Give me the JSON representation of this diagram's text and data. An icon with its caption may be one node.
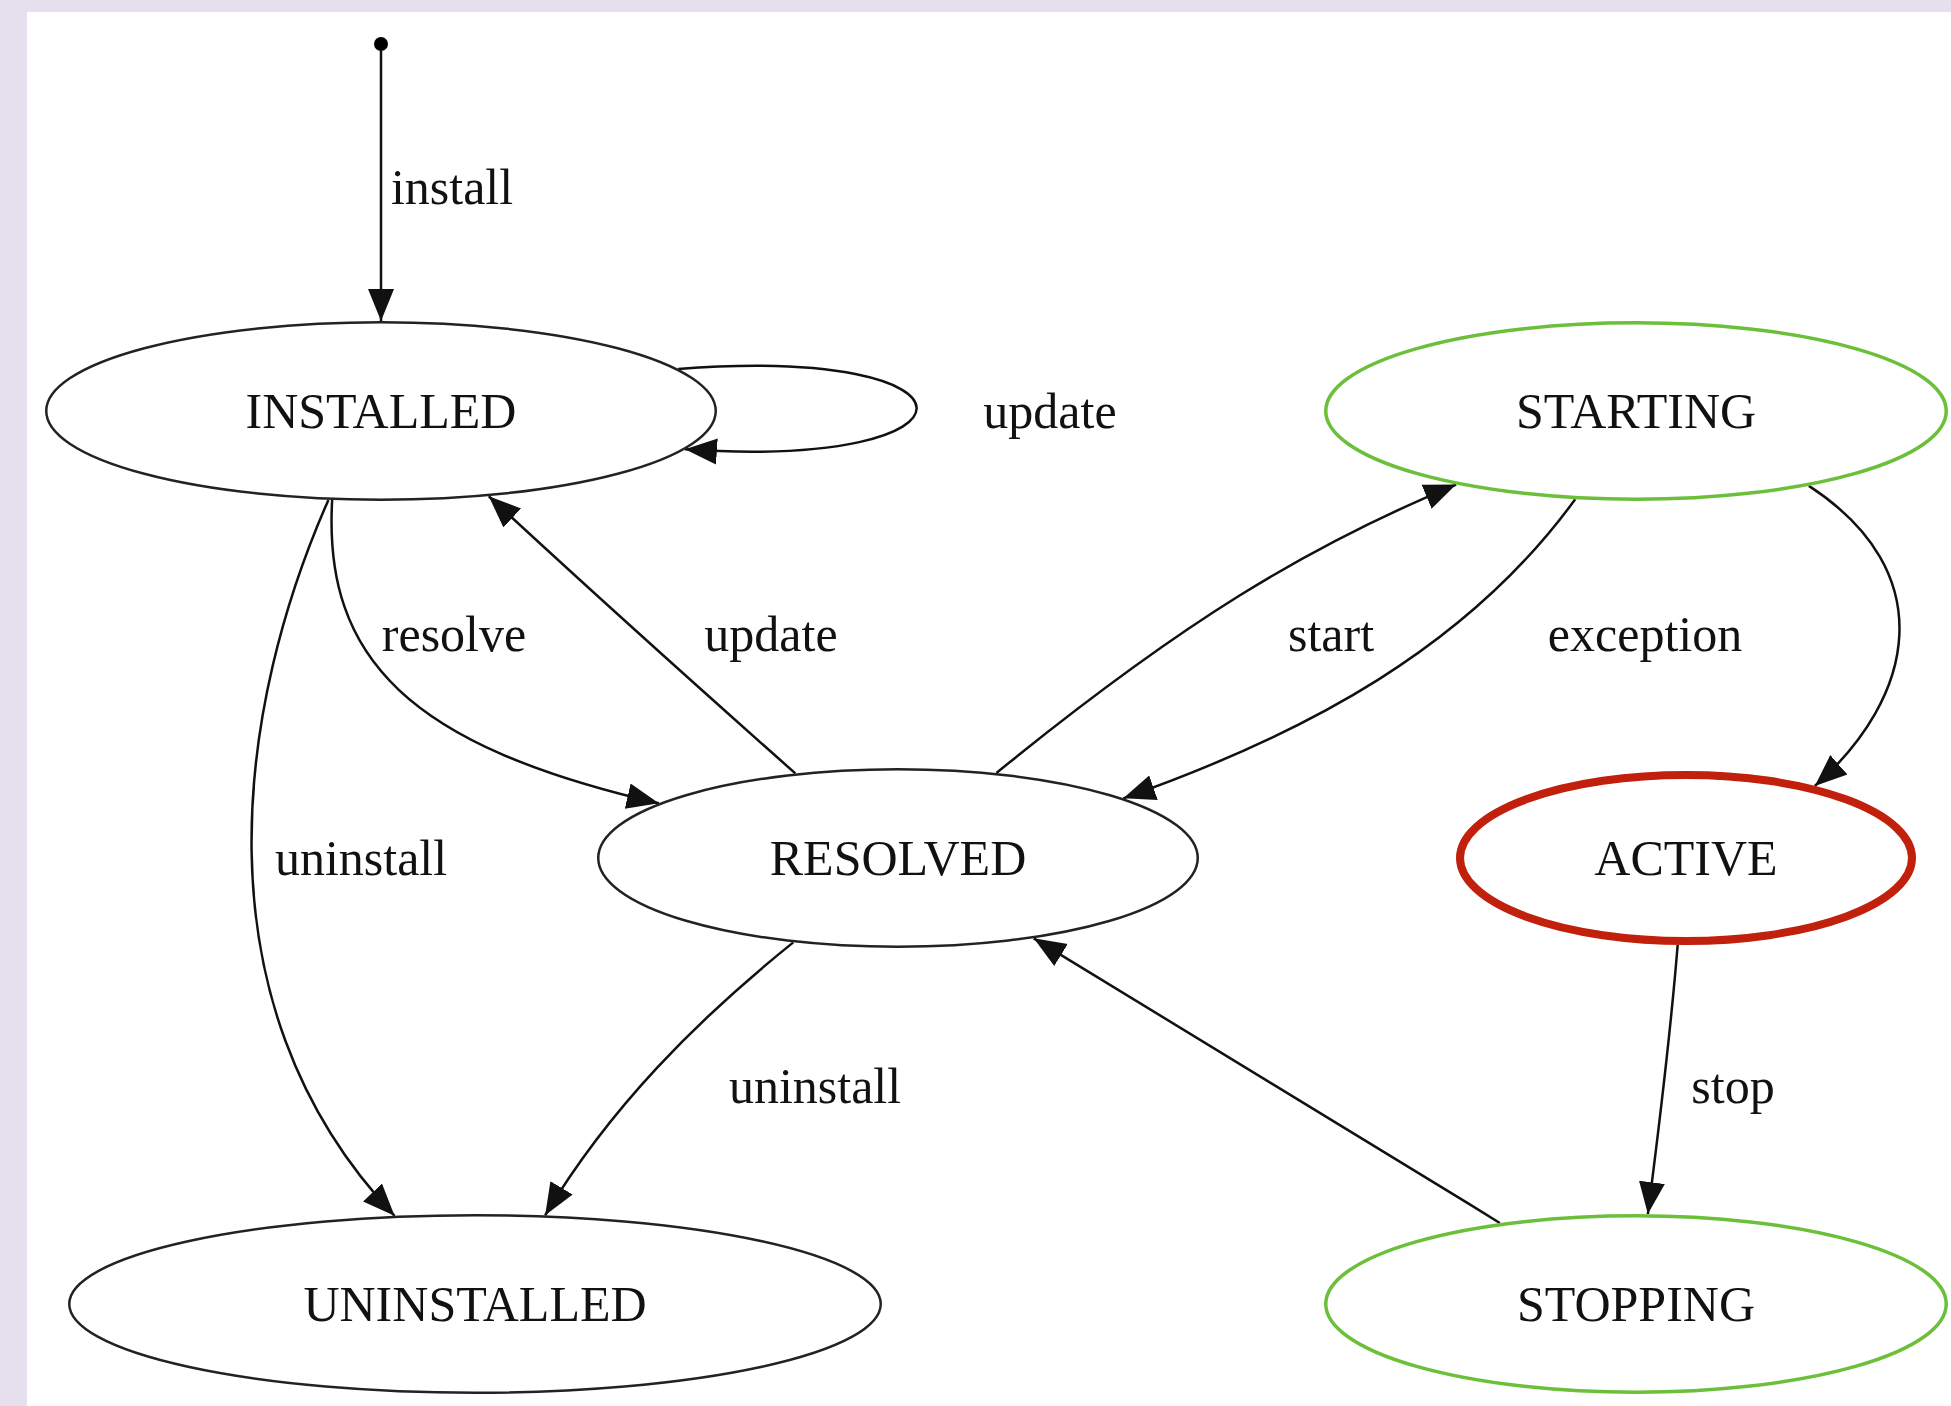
{
  "diagram": {
    "nodes": [
      {
        "text": [],
        "shape": "circle"
      },
      {
        "text": [
          "INSTALLED"
        ]
      },
      {
        "text": [
          "STARTING"
        ]
      },
      {
        "text": [
          "RESOLVED"
        ]
      },
      {
        "text": [
          "ACTIVE"
        ]
      },
      {
        "text": [
          "UNINSTALLED"
        ]
      },
      {
        "text": [
          "STOPPING"
        ]
      }
    ],
    "edges": [
      {
        "from": 0,
        "to": 1,
        "arrow": "to",
        "label": "install"
      },
      {
        "from": 1,
        "to": 1,
        "arrow": "to",
        "label": "update"
      },
      {
        "from": 1,
        "to": 3,
        "arrow": "to",
        "label": "resolve"
      },
      {
        "from": 3,
        "to": 1,
        "arrow": "to",
        "label": "update"
      },
      {
        "from": 1,
        "to": 5,
        "arrow": "to",
        "label": "uninstall"
      },
      {
        "from": 3,
        "to": 2,
        "arrow": "to",
        "label": "start"
      },
      {
        "from": 2,
        "to": 3,
        "arrow": "to",
        "label": "exception"
      },
      {
        "from": 2,
        "to": 4,
        "arrow": "to"
      },
      {
        "from": 4,
        "to": 6,
        "arrow": "to",
        "label": "stop"
      },
      {
        "from": 6,
        "to": 3,
        "arrow": "to"
      },
      {
        "from": 3,
        "to": 5,
        "arrow": "to",
        "label": "uninstall"
      }
    ]
  }
}
